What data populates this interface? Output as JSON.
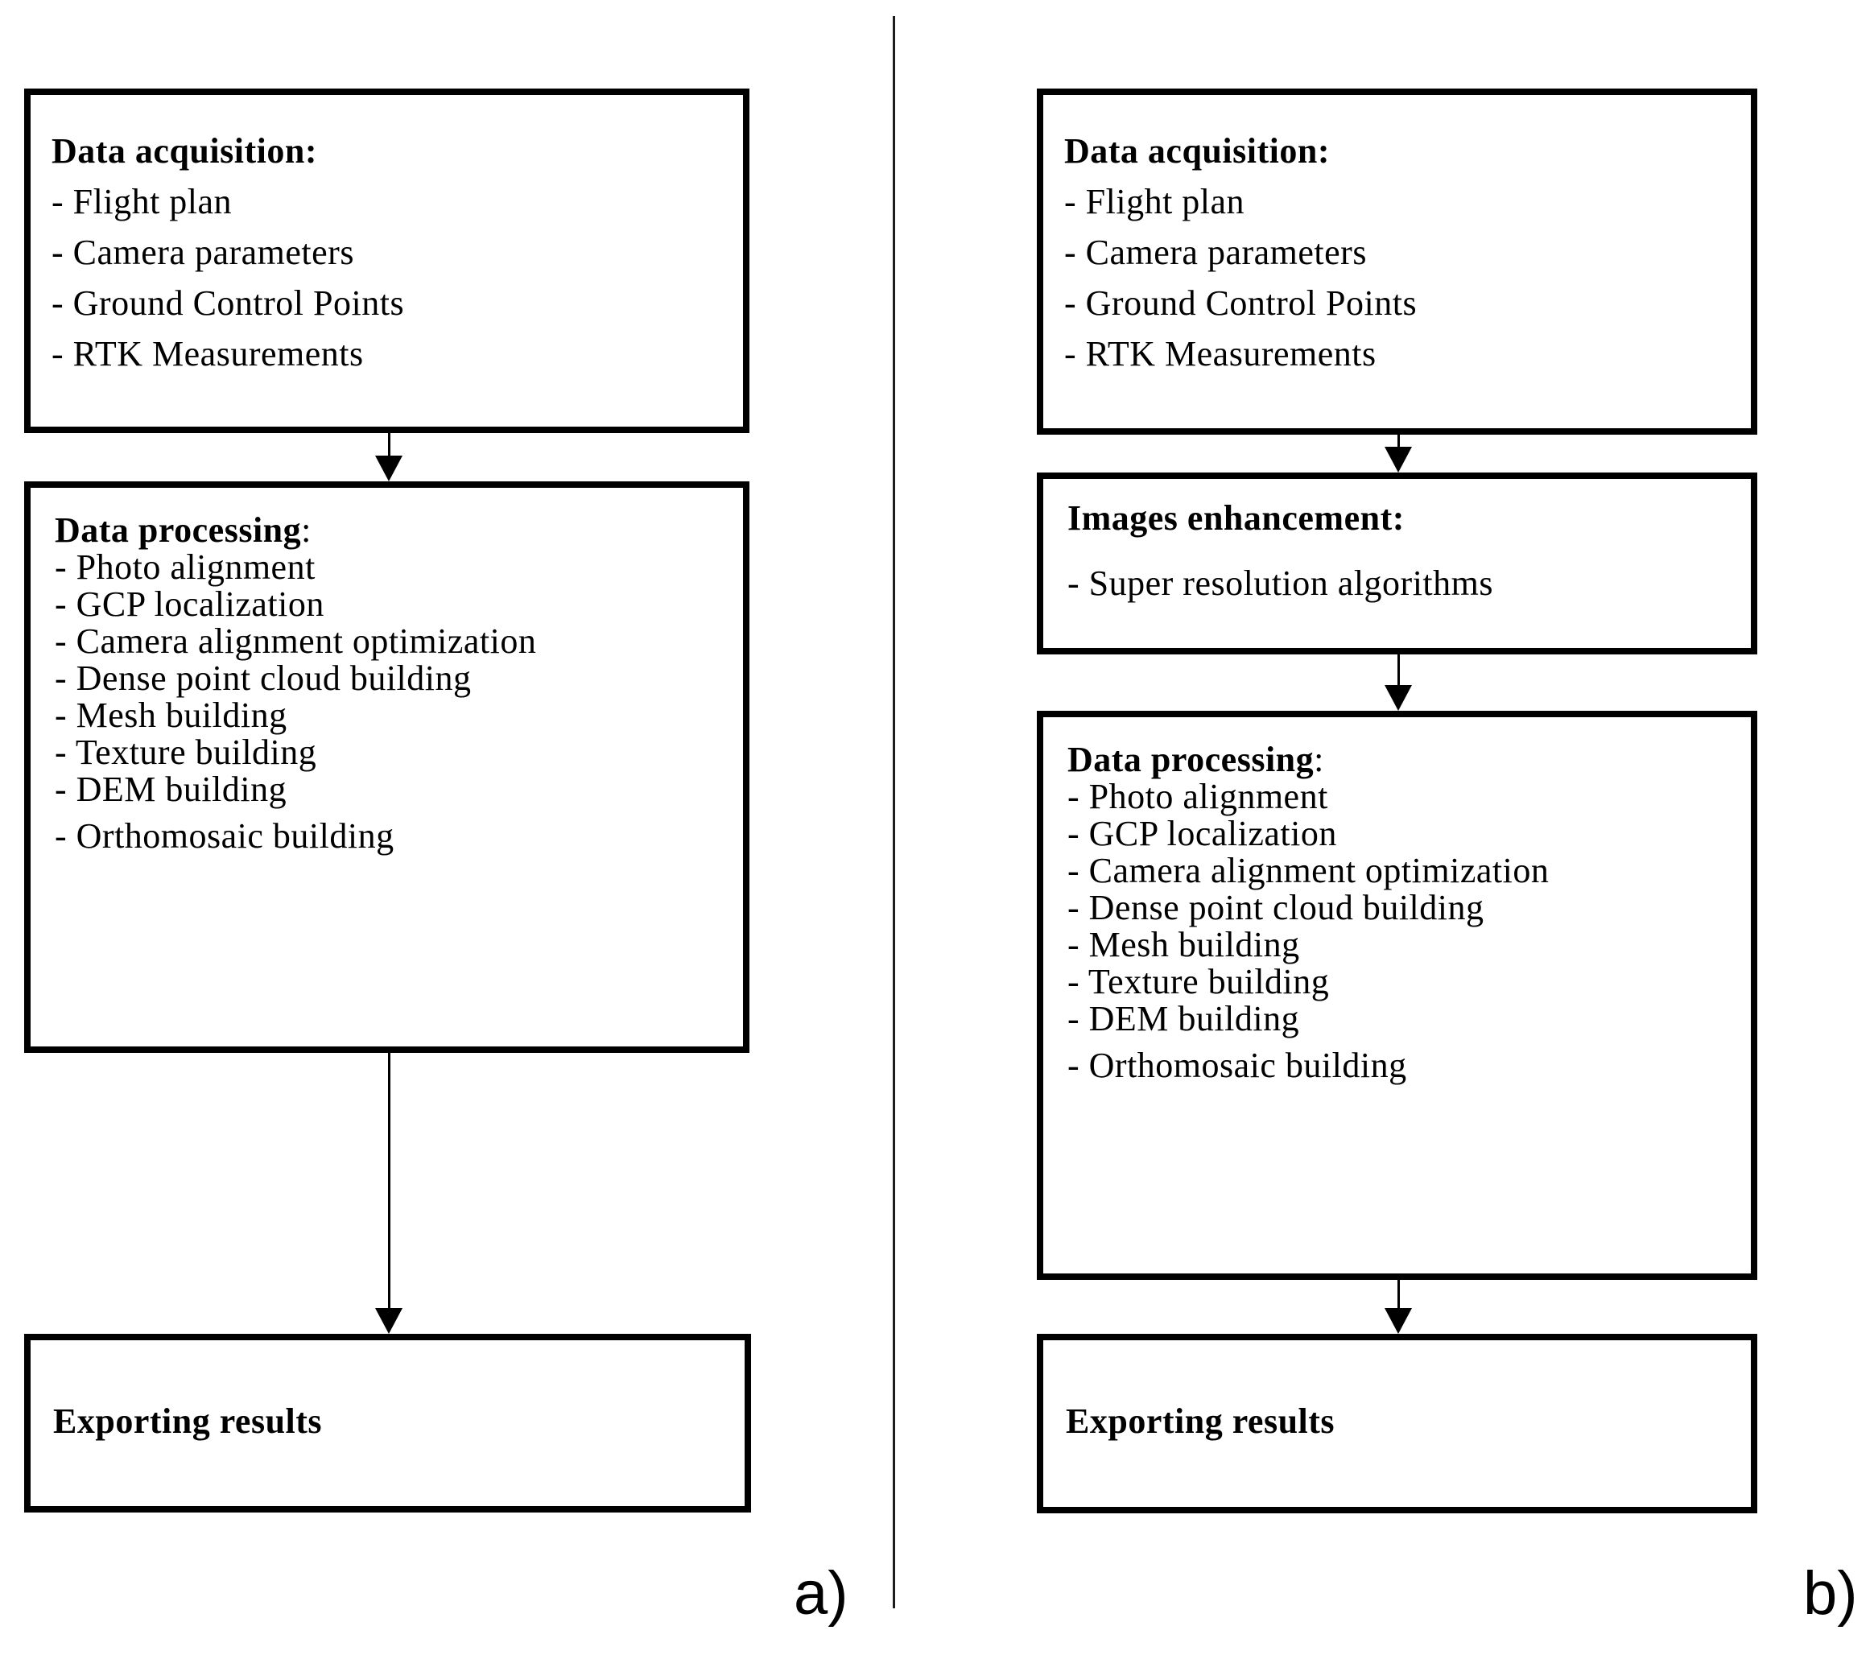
{
  "figure": {
    "panel_a": {
      "label": "a)",
      "data_acquisition": {
        "title": "Data acquisition:",
        "items": [
          "- Flight plan",
          "- Camera parameters",
          "- Ground Control Points",
          "- RTK Measurements"
        ]
      },
      "data_processing": {
        "title_bold": "Data processing",
        "title_colon": ":",
        "items": [
          "- Photo alignment",
          "- GCP localization",
          "- Camera alignment optimization",
          "- Dense point cloud building",
          "- Mesh building",
          "- Texture building",
          "- DEM building",
          "- Orthomosaic building"
        ]
      },
      "exporting_results": {
        "title": "Exporting results"
      }
    },
    "panel_b": {
      "label": "b)",
      "data_acquisition": {
        "title": "Data acquisition:",
        "items": [
          "- Flight plan",
          "- Camera parameters",
          "- Ground Control Points",
          "- RTK Measurements"
        ]
      },
      "images_enhancement": {
        "title": "Images enhancement:",
        "items": [
          "- Super resolution algorithms"
        ]
      },
      "data_processing": {
        "title_bold": "Data processing",
        "title_colon": ":",
        "items": [
          "- Photo alignment",
          "- GCP localization",
          "- Camera alignment optimization",
          "- Dense point cloud building",
          "- Mesh building",
          "- Texture building",
          "- DEM building",
          "- Orthomosaic building"
        ]
      },
      "exporting_results": {
        "title": "Exporting results"
      }
    }
  }
}
